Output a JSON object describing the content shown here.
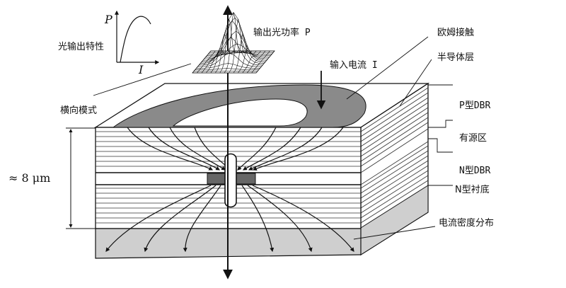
{
  "labels": {
    "light_characteristic": "光输出特性",
    "axis_p": "P",
    "axis_i": "I",
    "output_power": "输出光功率 P",
    "input_current": "输入电流 I",
    "ohmic_contact": "欧姆接触",
    "semiconductor_layer": "半导体层",
    "transverse_mode": "横向模式",
    "p_dbr": "P型DBR",
    "active_region": "有源区",
    "n_dbr": "N型DBR",
    "n_substrate": "N型衬底",
    "current_distribution": "电流密度分布",
    "height": "≈ 8 μm"
  },
  "colors": {
    "contact": "#8a8a8a",
    "substrate": "#cfcfcf",
    "active": "#666666",
    "layer_line": "#333333"
  }
}
